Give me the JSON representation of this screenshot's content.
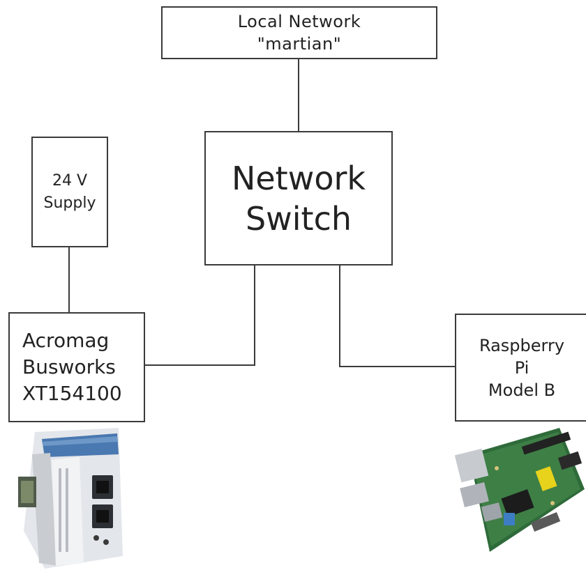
{
  "nodes": {
    "lan": {
      "line1": "Local Network",
      "line2": "\"martian\""
    },
    "switch": {
      "line1": "Network",
      "line2": "Switch"
    },
    "supply": {
      "line1": "24 V",
      "line2": "Supply"
    },
    "acromag": {
      "line1": "Acromag",
      "line2": "Busworks",
      "line3": "XT154100"
    },
    "rpi": {
      "line1": "Raspberry",
      "line2": "Pi",
      "line3": "Model B"
    }
  },
  "edges": [
    {
      "from": "lan",
      "to": "switch"
    },
    {
      "from": "supply",
      "to": "acromag"
    },
    {
      "from": "switch",
      "to": "acromag"
    },
    {
      "from": "switch",
      "to": "rpi"
    }
  ],
  "images": {
    "acromag": "acromag-module-photo",
    "rpi": "raspberry-pi-board-photo"
  }
}
